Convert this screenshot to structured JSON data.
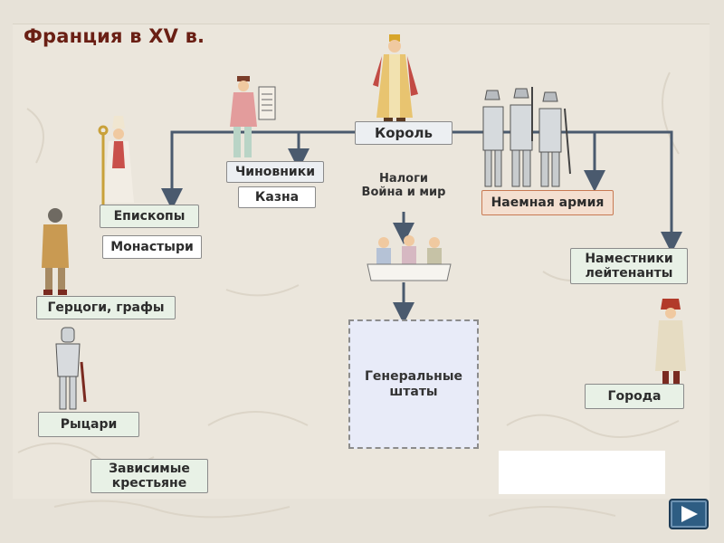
{
  "title": "Франция в XV в.",
  "nodes": {
    "king": "Король",
    "officials": "Чиновники",
    "treasury": "Казна",
    "taxes": "Налоги\nВойна и мир",
    "bishops": "Епископы",
    "monasteries": "Монастыри",
    "dukes": "Герцоги,  графы",
    "knights": "Рыцари",
    "peasants": "Зависимые\nкрестьяне",
    "army": "Наемная армия",
    "governors": "Наместники\nлейтенанты",
    "estates": "Генеральные\nштаты",
    "cities": "Города"
  },
  "colors": {
    "title": "#6a1f14",
    "arrow": "#4a5a6e",
    "nav_button": "#2e5d83"
  },
  "icons": {
    "nav_next": "play-triangle-icon"
  }
}
